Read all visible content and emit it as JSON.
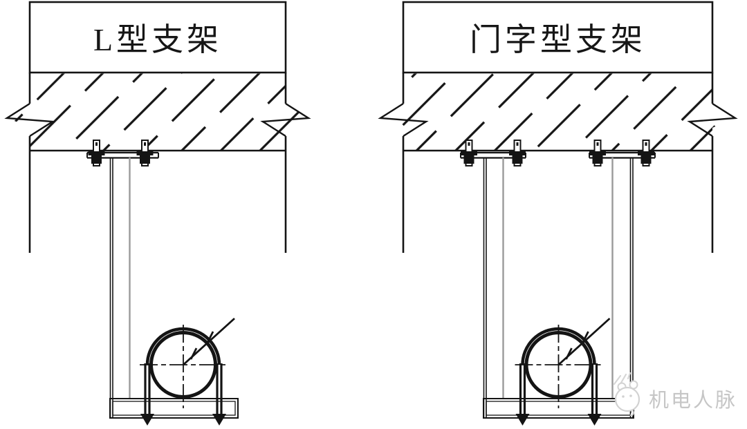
{
  "drawing": {
    "kind": "pipe-support-installation-detail",
    "panels": [
      {
        "id": "left",
        "title": "L型支架",
        "bracket_type": "L-shaped support bracket"
      },
      {
        "id": "right",
        "title": "门字型支架",
        "bracket_type": "door-shaped (portal) support bracket"
      }
    ],
    "watermark": {
      "text": "机电人脉"
    },
    "colors": {
      "line": "#141414",
      "gray": "#9a9a9a",
      "watermark": "#c6c6c6",
      "background": "#ffffff"
    }
  }
}
